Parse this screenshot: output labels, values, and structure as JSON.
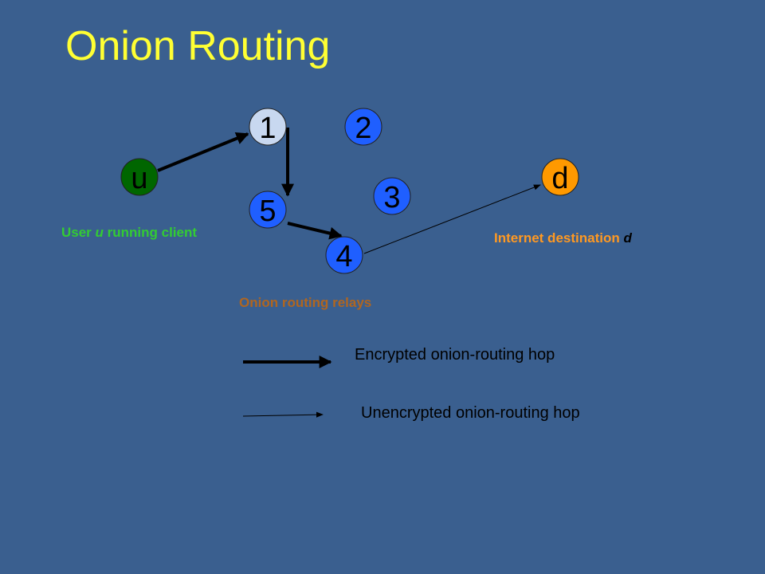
{
  "title": "Onion Routing",
  "nodes": [
    {
      "id": "u",
      "label": "u",
      "fill": "#006600"
    },
    {
      "id": "n1",
      "label": "1",
      "fill": "#c8d8f0"
    },
    {
      "id": "n2",
      "label": "2",
      "fill": "#1f5fff"
    },
    {
      "id": "n3",
      "label": "3",
      "fill": "#1f5fff"
    },
    {
      "id": "n5",
      "label": "5",
      "fill": "#1f5fff"
    },
    {
      "id": "n4",
      "label": "4",
      "fill": "#1f5fff"
    },
    {
      "id": "d",
      "label": "d",
      "fill": "#ff9900"
    }
  ],
  "edges": [
    {
      "from": "u",
      "to": "n1",
      "kind": "encrypted"
    },
    {
      "from": "n1",
      "to": "n5",
      "kind": "encrypted"
    },
    {
      "from": "n5",
      "to": "n4",
      "kind": "encrypted"
    },
    {
      "from": "n4",
      "to": "d",
      "kind": "unencrypted"
    }
  ],
  "captions": {
    "user_prefix": "User ",
    "user_var": "u",
    "user_suffix": " running client",
    "dest_prefix": "Internet destination ",
    "dest_var": "d",
    "relays": "Onion routing relays"
  },
  "legend": {
    "encrypted": "Encrypted onion-routing hop",
    "unencrypted": "Unencrypted onion-routing hop"
  },
  "colors": {
    "background": "#3a5f8f",
    "title": "#ffff33",
    "user_caption": "#33cc33",
    "dest_caption": "#ff9922",
    "relays_caption": "#b06620"
  }
}
